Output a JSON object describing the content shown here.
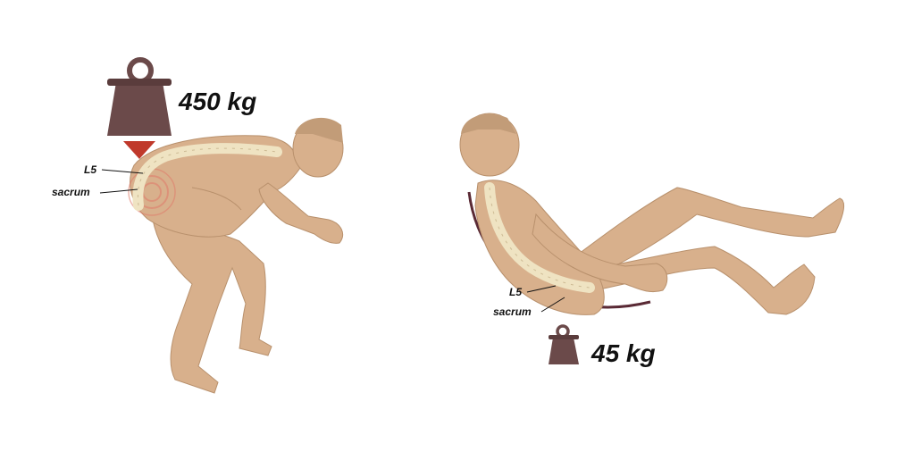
{
  "colors": {
    "skin": "#d8b08c",
    "skin_shadow": "#c29c78",
    "spine": "#efe3c2",
    "weight": "#6b4a4a",
    "arrow": "#c0392b",
    "pain": "#e07b6a"
  },
  "panels": [
    {
      "posture": "bending-lift",
      "load_label": "450 kg",
      "callouts": [
        "L5",
        "sacrum"
      ],
      "icons": [
        "weight-icon",
        "down-arrow-icon"
      ]
    },
    {
      "posture": "reclined-sitting",
      "load_label": "45 kg",
      "callouts": [
        "L5",
        "sacrum"
      ],
      "icons": [
        "weight-icon"
      ]
    }
  ]
}
